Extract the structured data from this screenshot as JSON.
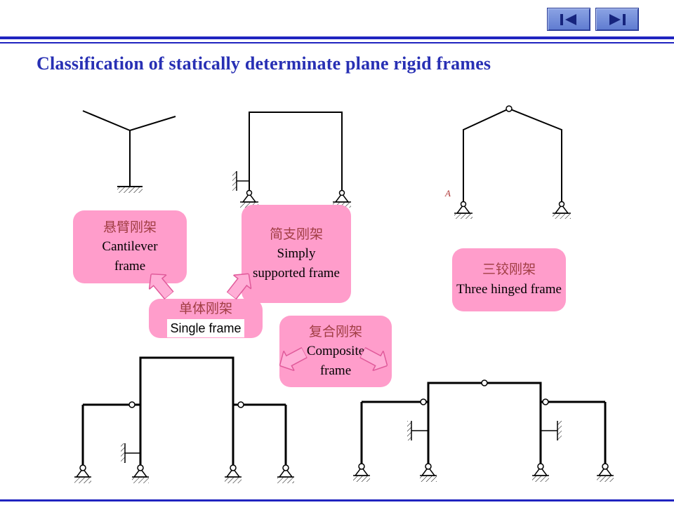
{
  "title": "Classification of statically determinate plane rigid frames",
  "nav": {
    "back_icon": "left-arrow",
    "forward_icon": "right-arrow"
  },
  "labels": {
    "cantilever": {
      "zh": "悬臂刚架",
      "en": "Cantilever frame"
    },
    "simply_supported": {
      "zh": "简支刚架",
      "en": "Simply supported frame"
    },
    "three_hinged": {
      "zh": "三铰刚架",
      "en": "Three hinged frame"
    },
    "single": {
      "zh": "单体刚架",
      "en": "Single frame"
    },
    "composite": {
      "zh": "复合刚架",
      "en": "Composite frame"
    }
  },
  "diagram_annotations": {
    "point_a": "A"
  },
  "colors": {
    "title_blue": "#2830b4",
    "divider_blue": "#2024c0",
    "label_pink": "#ff9dcb",
    "label_text_red": "#a13e44",
    "arrow_pink_fill": "#ffaed6",
    "arrow_pink_stroke": "#e05a9a",
    "nav_button_blue": "#5f7bd0",
    "nav_arrow_navy": "#16247d"
  }
}
